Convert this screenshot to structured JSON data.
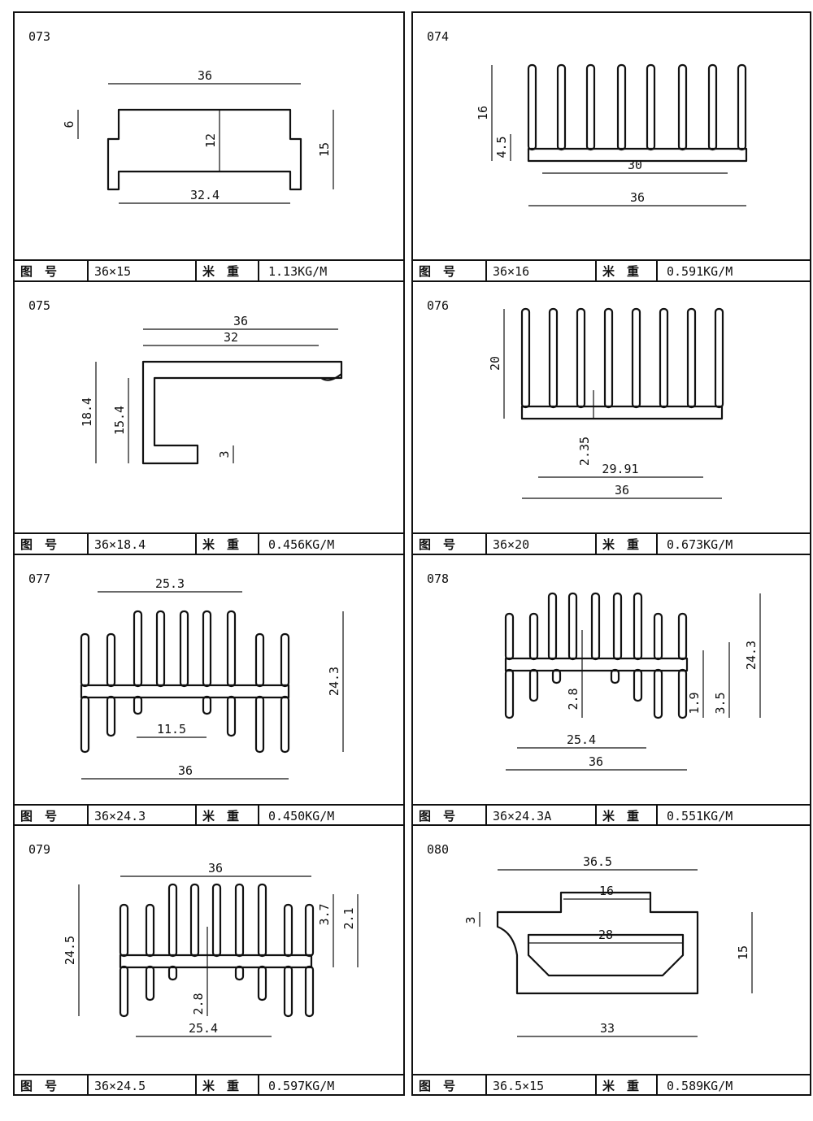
{
  "footer_labels": {
    "drawing_no": "图　号",
    "weight": "米　重"
  },
  "profiles": [
    {
      "id": "073",
      "size": "36×15",
      "weight": "1.13KG/M",
      "dims": [
        "36",
        "12",
        "6",
        "15",
        "32.4"
      ]
    },
    {
      "id": "074",
      "size": "36×16",
      "weight": "0.591KG/M",
      "dims": [
        "16",
        "4.5",
        "30",
        "36"
      ]
    },
    {
      "id": "075",
      "size": "36×18.4",
      "weight": "0.456KG/M",
      "dims": [
        "36",
        "32",
        "18.4",
        "15.4",
        "3"
      ]
    },
    {
      "id": "076",
      "size": "36×20",
      "weight": "0.673KG/M",
      "dims": [
        "20",
        "2.35",
        "29.91",
        "36"
      ]
    },
    {
      "id": "077",
      "size": "36×24.3",
      "weight": "0.450KG/M",
      "dims": [
        "25.3",
        "24.3",
        "11.5",
        "36"
      ]
    },
    {
      "id": "078",
      "size": "36×24.3A",
      "weight": "0.551KG/M",
      "dims": [
        "24.3",
        "2.8",
        "1.9",
        "3.5",
        "25.4",
        "36"
      ]
    },
    {
      "id": "079",
      "size": "36×24.5",
      "weight": "0.597KG/M",
      "dims": [
        "36",
        "24.5",
        "3.7",
        "2.1",
        "2.8",
        "25.4"
      ]
    },
    {
      "id": "080",
      "size": "36.5×15",
      "weight": "0.589KG/M",
      "dims": [
        "36.5",
        "16",
        "3",
        "28",
        "15",
        "33"
      ]
    }
  ]
}
